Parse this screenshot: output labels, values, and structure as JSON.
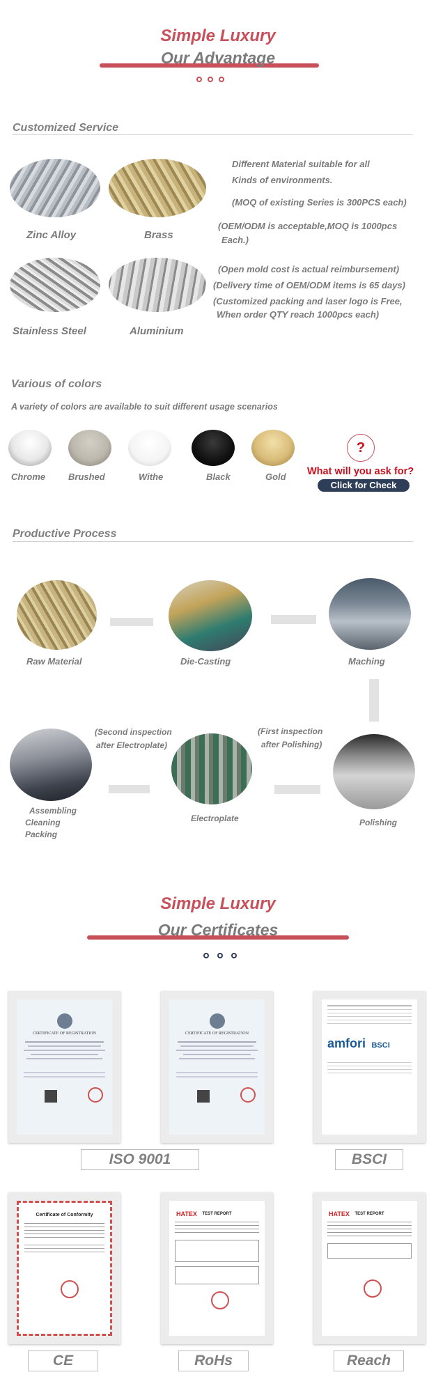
{
  "header1": {
    "title": "Simple Luxury",
    "subtitle": "Our Advantage"
  },
  "customized": {
    "title": "Customized Service",
    "materials": [
      {
        "label": "Zinc Alloy"
      },
      {
        "label": "Brass"
      },
      {
        "label": "Stainless Steel"
      },
      {
        "label": "Aluminium"
      }
    ],
    "text_lines": [
      "Different Material suitable for all",
      "Kinds of environments.",
      "(MOQ of existing Series is 300PCS each)",
      "(OEM/ODM is acceptable,MOQ is 1000pcs",
      "Each.)",
      "(Open mold cost is actual reimbursement)",
      "(Delivery time of OEM/ODM items is 65 days)",
      "(Customized packing and laser logo is Free,",
      "When order QTY reach 1000pcs each)"
    ]
  },
  "colors": {
    "title": "Various of colors",
    "subtitle": "A variety of colors are available to suit different usage scenarios",
    "swatches": [
      {
        "label": "Chrome",
        "color": "#e8e8e8"
      },
      {
        "label": "Brushed",
        "color": "#bdb8ae"
      },
      {
        "label": "Withe",
        "color": "#f4f4f4"
      },
      {
        "label": "Black",
        "color": "#111111"
      },
      {
        "label": "Gold",
        "color": "#d9bd7a"
      }
    ],
    "question_mark": "?",
    "ask_text": "What will you ask for?",
    "check_button": "Click for Check"
  },
  "process": {
    "title": "Productive Process",
    "steps": [
      {
        "label": "Raw Material"
      },
      {
        "label": "Die-Casting"
      },
      {
        "label": "Maching"
      },
      {
        "label": "Polishing"
      },
      {
        "label": "Electroplate"
      },
      {
        "label_lines": [
          "Assembling",
          "Cleaning",
          "Packing"
        ]
      }
    ],
    "note_first": [
      "(First inspection",
      "after Polishing)"
    ],
    "note_second": [
      "(Second inspection",
      "after Electroplate)"
    ]
  },
  "header2": {
    "title": "Simple  Luxury",
    "subtitle": "Our Certificates"
  },
  "certificates": [
    {
      "label": "ISO 9001",
      "heading": "CERTIFICATE OF REGISTRATION"
    },
    {
      "label": "",
      "heading": "CERTIFICATE OF REGISTRATION"
    },
    {
      "label": "BSCI",
      "brand": "amfori",
      "brand2": "BSCI"
    },
    {
      "label": "CE",
      "heading": "Certificate of Conformity"
    },
    {
      "label": "RoHs",
      "brand": "HATEX",
      "heading": "TEST REPORT"
    },
    {
      "label": "Reach",
      "brand": "HATEX",
      "heading": "TEST REPORT"
    }
  ],
  "palette": {
    "accent": "#c8505a",
    "navy": "#2f3e58",
    "gray_text": "#7a7a7a"
  }
}
